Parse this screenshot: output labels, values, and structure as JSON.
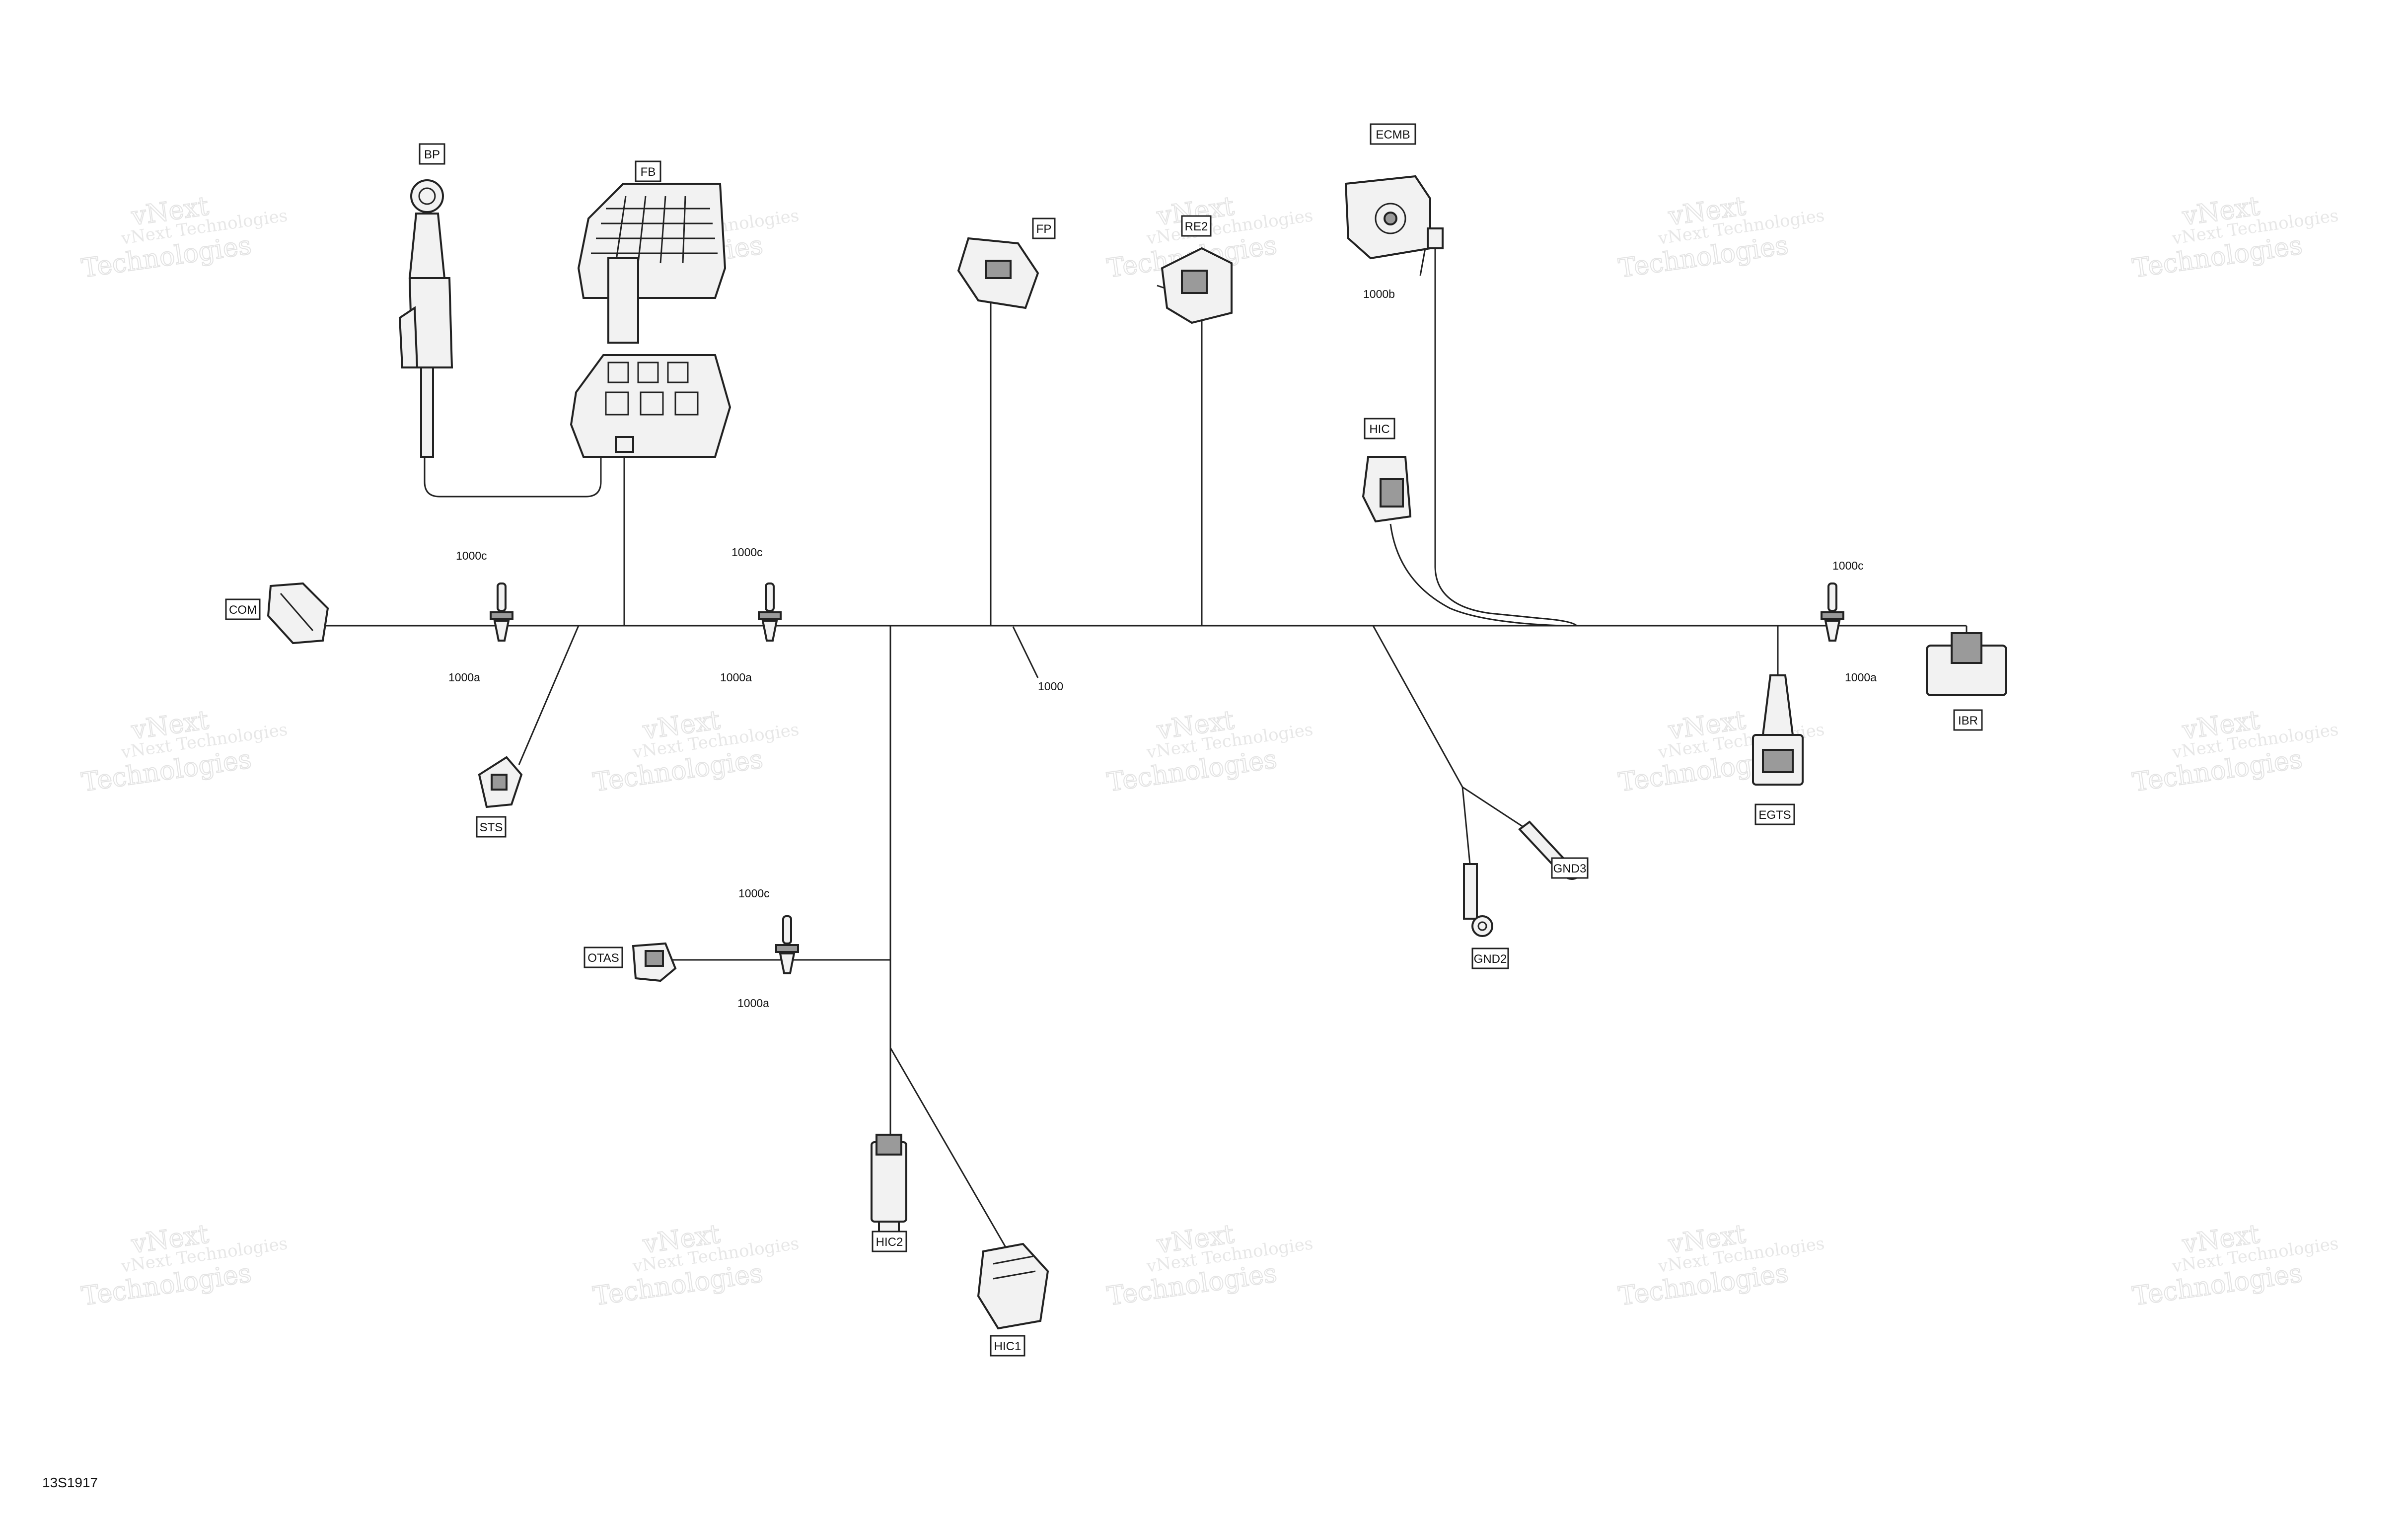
{
  "diagram": {
    "figure_code": "13S1917",
    "watermark": {
      "line1": "vNext",
      "line2": "vNext Technologies",
      "line3": "Technologies"
    },
    "components": [
      {
        "id": "BP",
        "label": "BP"
      },
      {
        "id": "FB",
        "label": "FB"
      },
      {
        "id": "FP",
        "label": "FP"
      },
      {
        "id": "RE2",
        "label": "RE2"
      },
      {
        "id": "ECMB",
        "label": "ECMB"
      },
      {
        "id": "HIC",
        "label": "HIC"
      },
      {
        "id": "COM",
        "label": "COM"
      },
      {
        "id": "IBR",
        "label": "IBR"
      },
      {
        "id": "STS",
        "label": "STS"
      },
      {
        "id": "EGTS",
        "label": "EGTS"
      },
      {
        "id": "GND3",
        "label": "GND3"
      },
      {
        "id": "GND2",
        "label": "GND2"
      },
      {
        "id": "OTAS",
        "label": "OTAS"
      },
      {
        "id": "HIC2",
        "label": "HIC2"
      },
      {
        "id": "HIC1",
        "label": "HIC1"
      }
    ],
    "callouts": [
      {
        "id": "c1",
        "text": "1000c"
      },
      {
        "id": "c2",
        "text": "1000a"
      },
      {
        "id": "c3",
        "text": "1000c"
      },
      {
        "id": "c4",
        "text": "1000a"
      },
      {
        "id": "c5",
        "text": "1000"
      },
      {
        "id": "c6",
        "text": "1000b"
      },
      {
        "id": "c7",
        "text": "1000c"
      },
      {
        "id": "c8",
        "text": "1000a"
      },
      {
        "id": "c9",
        "text": "1000c"
      },
      {
        "id": "c10",
        "text": "1000a"
      }
    ]
  }
}
